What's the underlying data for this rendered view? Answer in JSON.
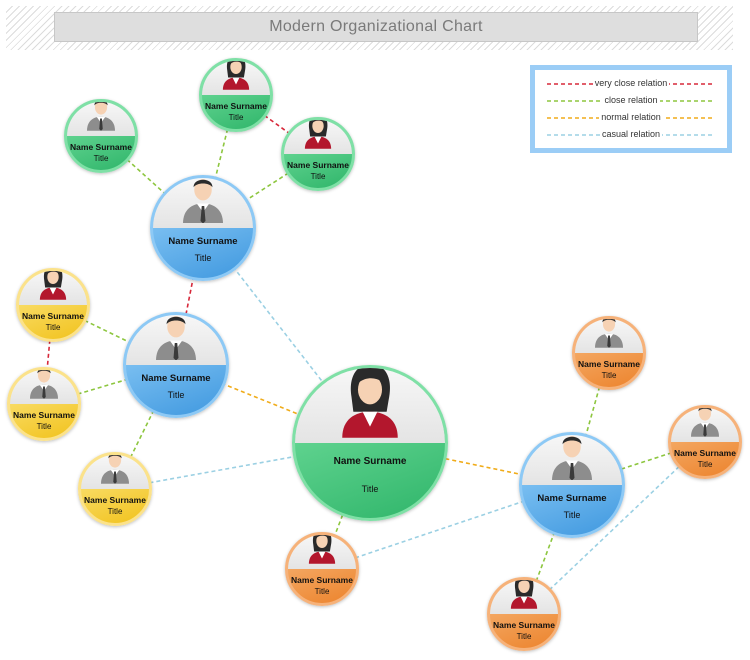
{
  "header": {
    "title": "Modern Organizational Chart"
  },
  "legend": {
    "items": [
      {
        "label": "very close relation",
        "color": "#d7283a"
      },
      {
        "label": "close relation",
        "color": "#8dc63f"
      },
      {
        "label": "normal relation",
        "color": "#f0ac1a"
      },
      {
        "label": "casual relation",
        "color": "#9bd0e3"
      }
    ]
  },
  "nodes": [
    {
      "id": "center",
      "name": "Name Surname",
      "title": "Title",
      "color": "green",
      "gender": "female"
    },
    {
      "id": "blue-top",
      "name": "Name Surname",
      "title": "Title",
      "color": "blue",
      "gender": "male"
    },
    {
      "id": "blue-left",
      "name": "Name Surname",
      "title": "Title",
      "color": "blue",
      "gender": "male"
    },
    {
      "id": "blue-right",
      "name": "Name Surname",
      "title": "Title",
      "color": "blue",
      "gender": "male"
    },
    {
      "id": "green-top-left",
      "name": "Name Surname",
      "title": "Title",
      "color": "green",
      "gender": "male"
    },
    {
      "id": "green-top",
      "name": "Name Surname",
      "title": "Title",
      "color": "green",
      "gender": "female"
    },
    {
      "id": "green-top-right",
      "name": "Name Surname",
      "title": "Title",
      "color": "green",
      "gender": "female"
    },
    {
      "id": "yellow-top",
      "name": "Name Surname",
      "title": "Title",
      "color": "yellow",
      "gender": "female"
    },
    {
      "id": "yellow-mid",
      "name": "Name Surname",
      "title": "Title",
      "color": "yellow",
      "gender": "male"
    },
    {
      "id": "yellow-bottom",
      "name": "Name Surname",
      "title": "Title",
      "color": "yellow",
      "gender": "male"
    },
    {
      "id": "orange-bottom-center",
      "name": "Name Surname",
      "title": "Title",
      "color": "orange",
      "gender": "female"
    },
    {
      "id": "orange-top-right",
      "name": "Name Surname",
      "title": "Title",
      "color": "orange",
      "gender": "male"
    },
    {
      "id": "orange-right",
      "name": "Name Surname",
      "title": "Title",
      "color": "orange",
      "gender": "male"
    },
    {
      "id": "orange-bottom-right",
      "name": "Name Surname",
      "title": "Title",
      "color": "orange",
      "gender": "female"
    }
  ],
  "links": [
    {
      "from": "green-top",
      "to": "green-top-right",
      "type": "very close relation"
    },
    {
      "from": "blue-top",
      "to": "blue-left",
      "type": "very close relation"
    },
    {
      "from": "yellow-top",
      "to": "yellow-mid",
      "type": "very close relation"
    },
    {
      "from": "green-top-left",
      "to": "blue-top",
      "type": "close relation"
    },
    {
      "from": "green-top",
      "to": "blue-top",
      "type": "close relation"
    },
    {
      "from": "green-top-right",
      "to": "blue-top",
      "type": "close relation"
    },
    {
      "from": "yellow-top",
      "to": "blue-left",
      "type": "close relation"
    },
    {
      "from": "yellow-mid",
      "to": "blue-left",
      "type": "close relation"
    },
    {
      "from": "yellow-bottom",
      "to": "blue-left",
      "type": "close relation"
    },
    {
      "from": "center",
      "to": "orange-bottom-center",
      "type": "close relation"
    },
    {
      "from": "orange-top-right",
      "to": "blue-right",
      "type": "close relation"
    },
    {
      "from": "orange-right",
      "to": "blue-right",
      "type": "close relation"
    },
    {
      "from": "orange-bottom-right",
      "to": "blue-right",
      "type": "close relation"
    },
    {
      "from": "blue-left",
      "to": "center",
      "type": "normal relation"
    },
    {
      "from": "center",
      "to": "blue-right",
      "type": "normal relation"
    },
    {
      "from": "blue-top",
      "to": "center",
      "type": "casual relation"
    },
    {
      "from": "yellow-bottom",
      "to": "center",
      "type": "casual relation"
    },
    {
      "from": "orange-bottom-center",
      "to": "blue-right",
      "type": "casual relation"
    },
    {
      "from": "orange-bottom-right",
      "to": "orange-right",
      "type": "casual relation"
    }
  ]
}
